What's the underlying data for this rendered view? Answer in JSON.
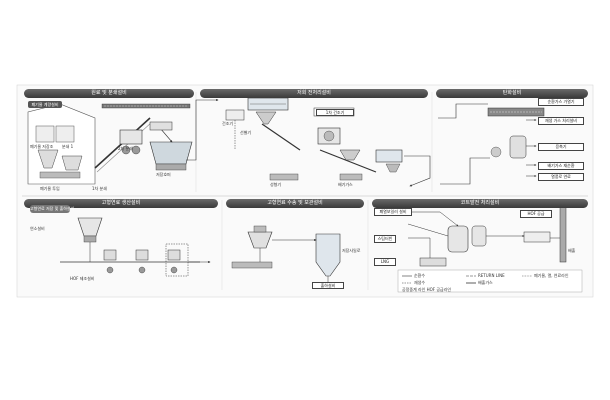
{
  "sections": {
    "crushing": "원료 및 분쇄설비",
    "pyrolysis": "저회 전처리설비",
    "gas_treat": "탄화설비",
    "storage": "고형연료 생산설비",
    "recovery": "고형연료 수송 및 보관설비",
    "heat": "코트발전 처리설비"
  },
  "labels": {
    "left_legend_title": "폐기물 계량설비",
    "hopper_a": "폐기물 저장조",
    "hopper_b": "분쇄 1",
    "crusher_box": "폐기물 투입",
    "conveyor_1": "1차 분쇄",
    "feeder_1": "2차 분쇄",
    "storage_bin": "저장호퍼",
    "dryer_tag": "건조기",
    "dryer_box": "1차 건조기",
    "sieve": "선별기",
    "press": "성형기",
    "fan_box": "배기가스",
    "gas_box_1": "순환가스 가열기",
    "gas_box_2": "재생 가스 처리설비",
    "gas_box_3": "응축기",
    "gas_box_4": "배기가스 재순환",
    "gas_box_5": "열풍로 연료",
    "bottom_left_1": "고형연료 저장 및 출하설비",
    "bottom_left_2": "연소설비",
    "silo_label": "HOF 제조설비",
    "bottom_silo": "저장사일로",
    "bottom_tank": "출하설비",
    "right_box_1": "폐열보일러 설비",
    "right_box_2": "스팀터빈",
    "right_box_3": "LNG",
    "right_box_4": "HOF 공급",
    "right_tag": "배출",
    "legend_1": "순환수",
    "legend_2": "RETURN LINE",
    "legend_3": "폐기물, 열, 연료라인",
    "legend_4": "재생수",
    "legend_5": "배출가스",
    "legend_6": "공정중계 라인 HOF 공급라인"
  }
}
